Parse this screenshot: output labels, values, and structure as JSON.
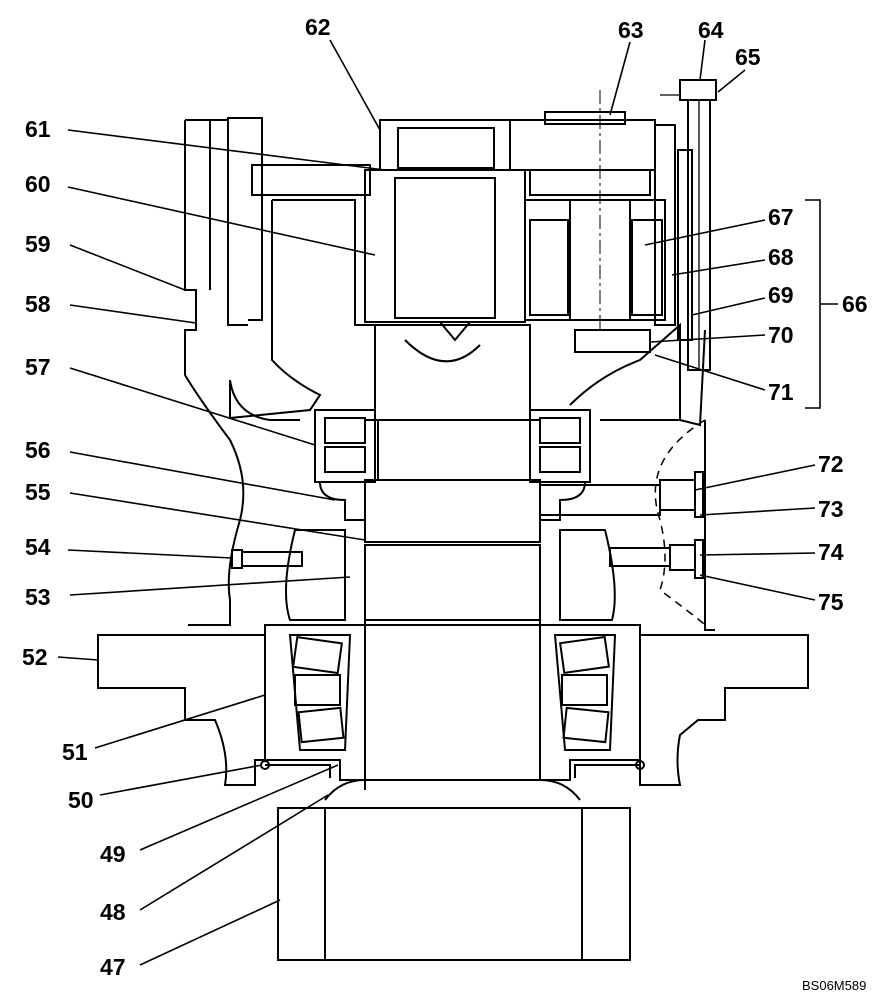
{
  "figure_code": "BS06M589",
  "callouts": [
    "47",
    "48",
    "49",
    "50",
    "51",
    "52",
    "53",
    "54",
    "55",
    "56",
    "57",
    "58",
    "59",
    "60",
    "61",
    "62",
    "63",
    "64",
    "65",
    "66",
    "67",
    "68",
    "69",
    "70",
    "71",
    "72",
    "73",
    "74",
    "75"
  ]
}
